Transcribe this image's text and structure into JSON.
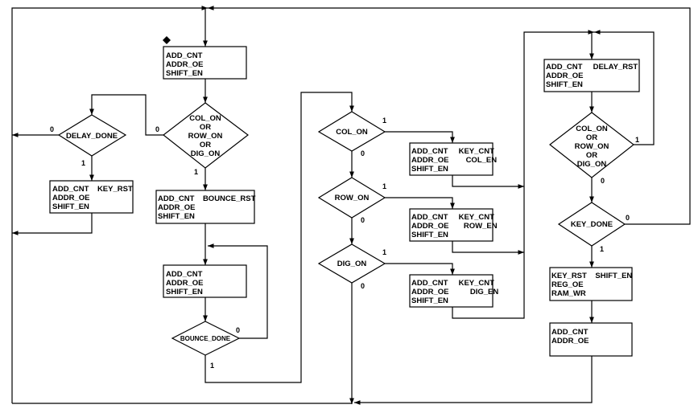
{
  "states": {
    "s1": {
      "lines": [
        "ADD_CNT",
        "ADDR_OE",
        "SHIFT_EN"
      ]
    },
    "s2": {
      "lines": [
        "ADD_CNT    KEY_RST",
        "ADDR_OE",
        "SHIFT_EN"
      ]
    },
    "s3": {
      "lines": [
        "ADD_CNT    BOUNCE_RST",
        "ADDR_OE",
        "SHIFT_EN"
      ]
    },
    "s4": {
      "lines": [
        "ADD_CNT",
        "ADDR_OE",
        "SHIFT_EN"
      ]
    },
    "s5": {
      "lines": [
        "ADD_CNT     KEY_CNT",
        "ADDR_OE        COL_EN",
        "SHIFT_EN"
      ]
    },
    "s6": {
      "lines": [
        "ADD_CNT     KEY_CNT",
        "ADDR_OE       ROW_EN",
        "SHIFT_EN"
      ]
    },
    "s7": {
      "lines": [
        "ADD_CNT     KEY_CNT",
        "ADDR_OE          DIG_EN",
        "SHIFT_EN"
      ]
    },
    "s8": {
      "lines": [
        "ADD_CNT     DELAY_RST",
        "ADDR_OE",
        "SHIFT_EN"
      ]
    },
    "s9": {
      "lines": [
        "KEY_RST    SHIFT_EN",
        "REG_OE",
        "RAM_WR"
      ]
    },
    "s10": {
      "lines": [
        "ADD_CNT",
        "ADDR_OE"
      ]
    }
  },
  "decisions": {
    "d_any": {
      "lines": [
        "COL_ON",
        "OR",
        "ROW_ON",
        "OR",
        "DIG_ON"
      ]
    },
    "d_delay": {
      "lines": [
        "DELAY_DONE"
      ]
    },
    "d_bounce": {
      "lines": [
        "BOUNCE_DONE"
      ]
    },
    "d_col": {
      "lines": [
        "COL_ON"
      ]
    },
    "d_row": {
      "lines": [
        "ROW_ON"
      ]
    },
    "d_dig": {
      "lines": [
        "DIG_ON"
      ]
    },
    "d_any2": {
      "lines": [
        "COL_ON",
        "OR",
        "ROW_ON",
        "OR",
        "DIG_ON"
      ]
    },
    "d_key": {
      "lines": [
        "KEY_DONE"
      ]
    }
  },
  "branch_labels": {
    "any_0": "0",
    "any_1": "1",
    "delay_0": "0",
    "delay_1": "1",
    "bounce_0": "0",
    "bounce_1": "1",
    "col_1": "1",
    "col_0": "0",
    "row_1": "1",
    "row_0": "0",
    "dig_1": "1",
    "dig_0": "0",
    "any2_1": "1",
    "any2_0": "0",
    "key_0": "0",
    "key_1": "1"
  }
}
